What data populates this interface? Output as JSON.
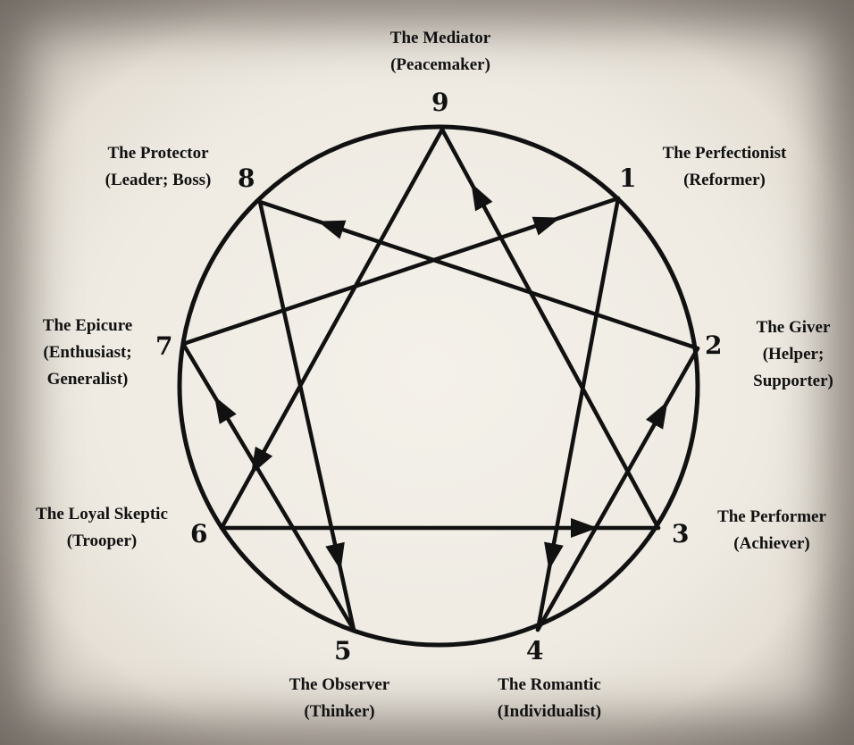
{
  "points": [
    {
      "number": "9",
      "lines": [
        "The Mediator",
        "(Peacemaker)"
      ]
    },
    {
      "number": "1",
      "lines": [
        "The Perfectionist",
        "(Reformer)"
      ]
    },
    {
      "number": "2",
      "lines": [
        "The Giver",
        "(Helper;",
        "Supporter)"
      ]
    },
    {
      "number": "3",
      "lines": [
        "The Performer",
        "(Achiever)"
      ]
    },
    {
      "number": "4",
      "lines": [
        "The Romantic",
        "(Individualist)"
      ]
    },
    {
      "number": "5",
      "lines": [
        "The Observer",
        "(Thinker)"
      ]
    },
    {
      "number": "6",
      "lines": [
        "The Loyal Skeptic",
        "(Trooper)"
      ]
    },
    {
      "number": "7",
      "lines": [
        "The Epicure",
        "(Enthusiast;",
        "Generalist)"
      ]
    },
    {
      "number": "8",
      "lines": [
        "The Protector",
        "(Leader; Boss)"
      ]
    }
  ],
  "connections": [
    {
      "from": "1",
      "to": "4"
    },
    {
      "from": "4",
      "to": "2"
    },
    {
      "from": "2",
      "to": "8"
    },
    {
      "from": "8",
      "to": "5"
    },
    {
      "from": "5",
      "to": "7"
    },
    {
      "from": "7",
      "to": "1"
    },
    {
      "from": "9",
      "to": "6"
    },
    {
      "from": "6",
      "to": "3"
    },
    {
      "from": "3",
      "to": "9"
    }
  ],
  "colors": {
    "ink": "#111111",
    "paper": "#f2efe8"
  }
}
